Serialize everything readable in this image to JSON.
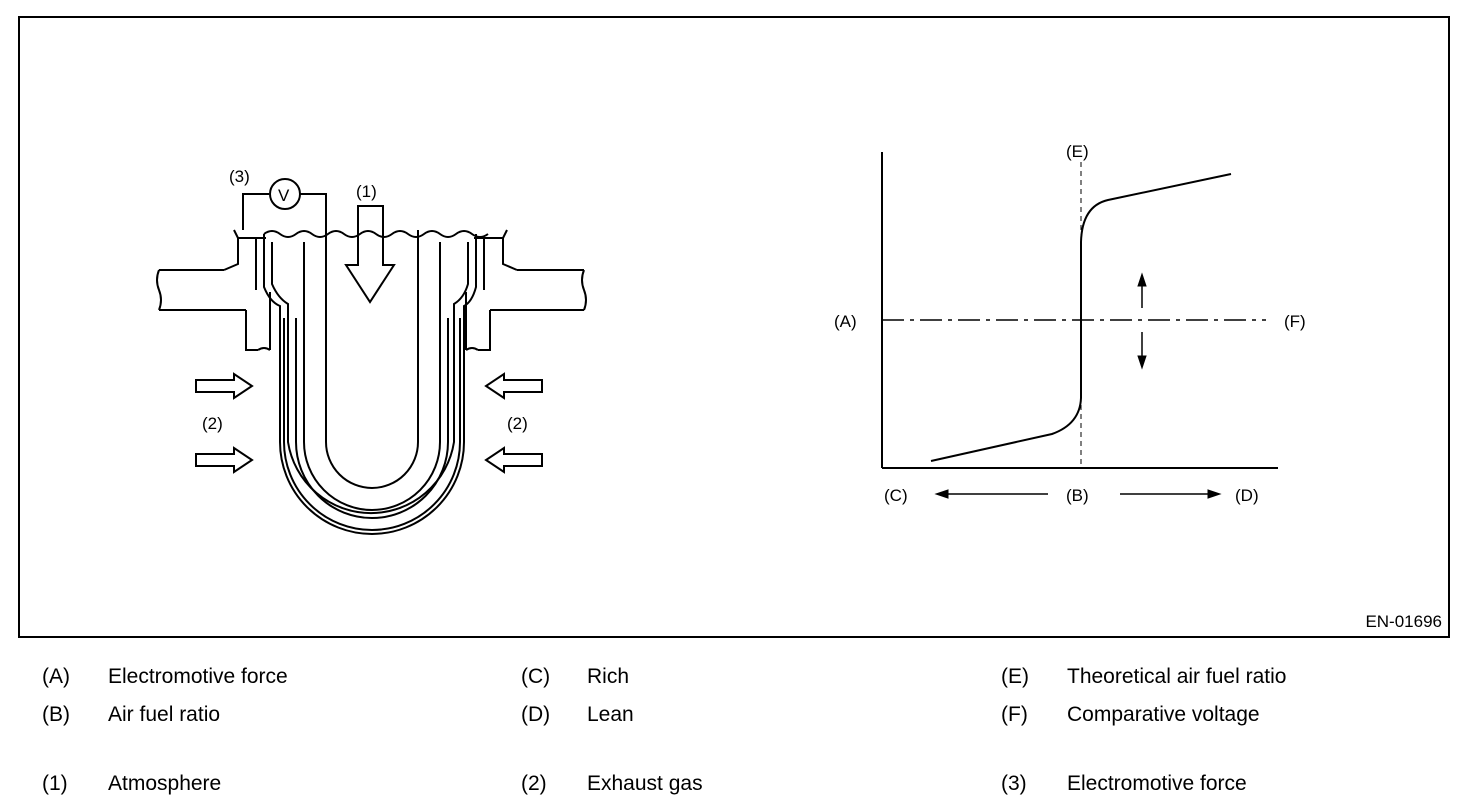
{
  "figure": {
    "code": "EN-01696",
    "sensor_labels": {
      "atmosphere_marker": "(1)",
      "exhaust_marker_left": "(2)",
      "exhaust_marker_right": "(2)",
      "emf_marker": "(3)",
      "voltmeter_symbol": "V"
    },
    "graph_labels": {
      "y_axis": "(A)",
      "x_center": "(B)",
      "x_left": "(C)",
      "x_right": "(D)",
      "vertical_line": "(E)",
      "horizontal_line": "(F)"
    }
  },
  "legend": [
    {
      "key": "(A)",
      "text": "Electromotive force"
    },
    {
      "key": "(C)",
      "text": "Rich"
    },
    {
      "key": "(E)",
      "text": "Theoretical air fuel ratio"
    },
    {
      "key": "(B)",
      "text": "Air fuel ratio"
    },
    {
      "key": "(D)",
      "text": "Lean"
    },
    {
      "key": "(F)",
      "text": "Comparative voltage"
    },
    {
      "key": "(1)",
      "text": "Atmosphere"
    },
    {
      "key": "(2)",
      "text": "Exhaust gas"
    },
    {
      "key": "(3)",
      "text": "Electromotive force"
    }
  ]
}
